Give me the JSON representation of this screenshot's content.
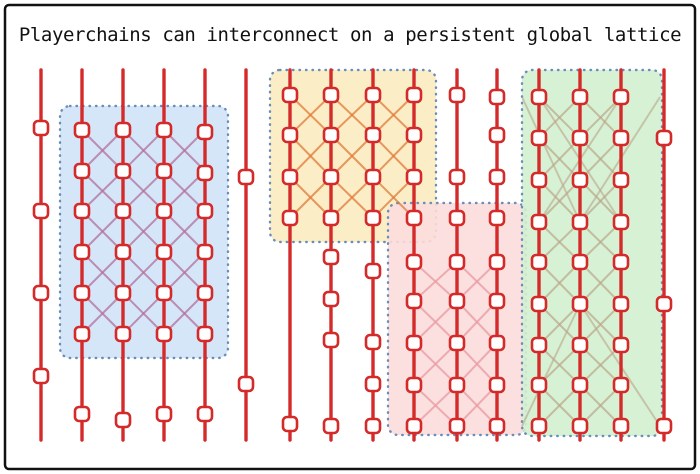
{
  "title": "Playerchains can interconnect on a persistent global lattice",
  "colors": {
    "frame": "#111111",
    "chain": "#d42a2a",
    "node_fill": "#ffffff",
    "link": "#c06a9a",
    "dots": "#6b8eb8",
    "zones": {
      "blue": "#cfe3f7",
      "yellow": "#fbecc0",
      "pink": "#fcdcdc",
      "green": "#d3efd0"
    }
  },
  "zones": [
    {
      "name": "blue-zone",
      "color": "blue"
    },
    {
      "name": "yellow-zone",
      "color": "yellow"
    },
    {
      "name": "pink-zone",
      "color": "pink"
    },
    {
      "name": "green-zone",
      "color": "green"
    }
  ]
}
